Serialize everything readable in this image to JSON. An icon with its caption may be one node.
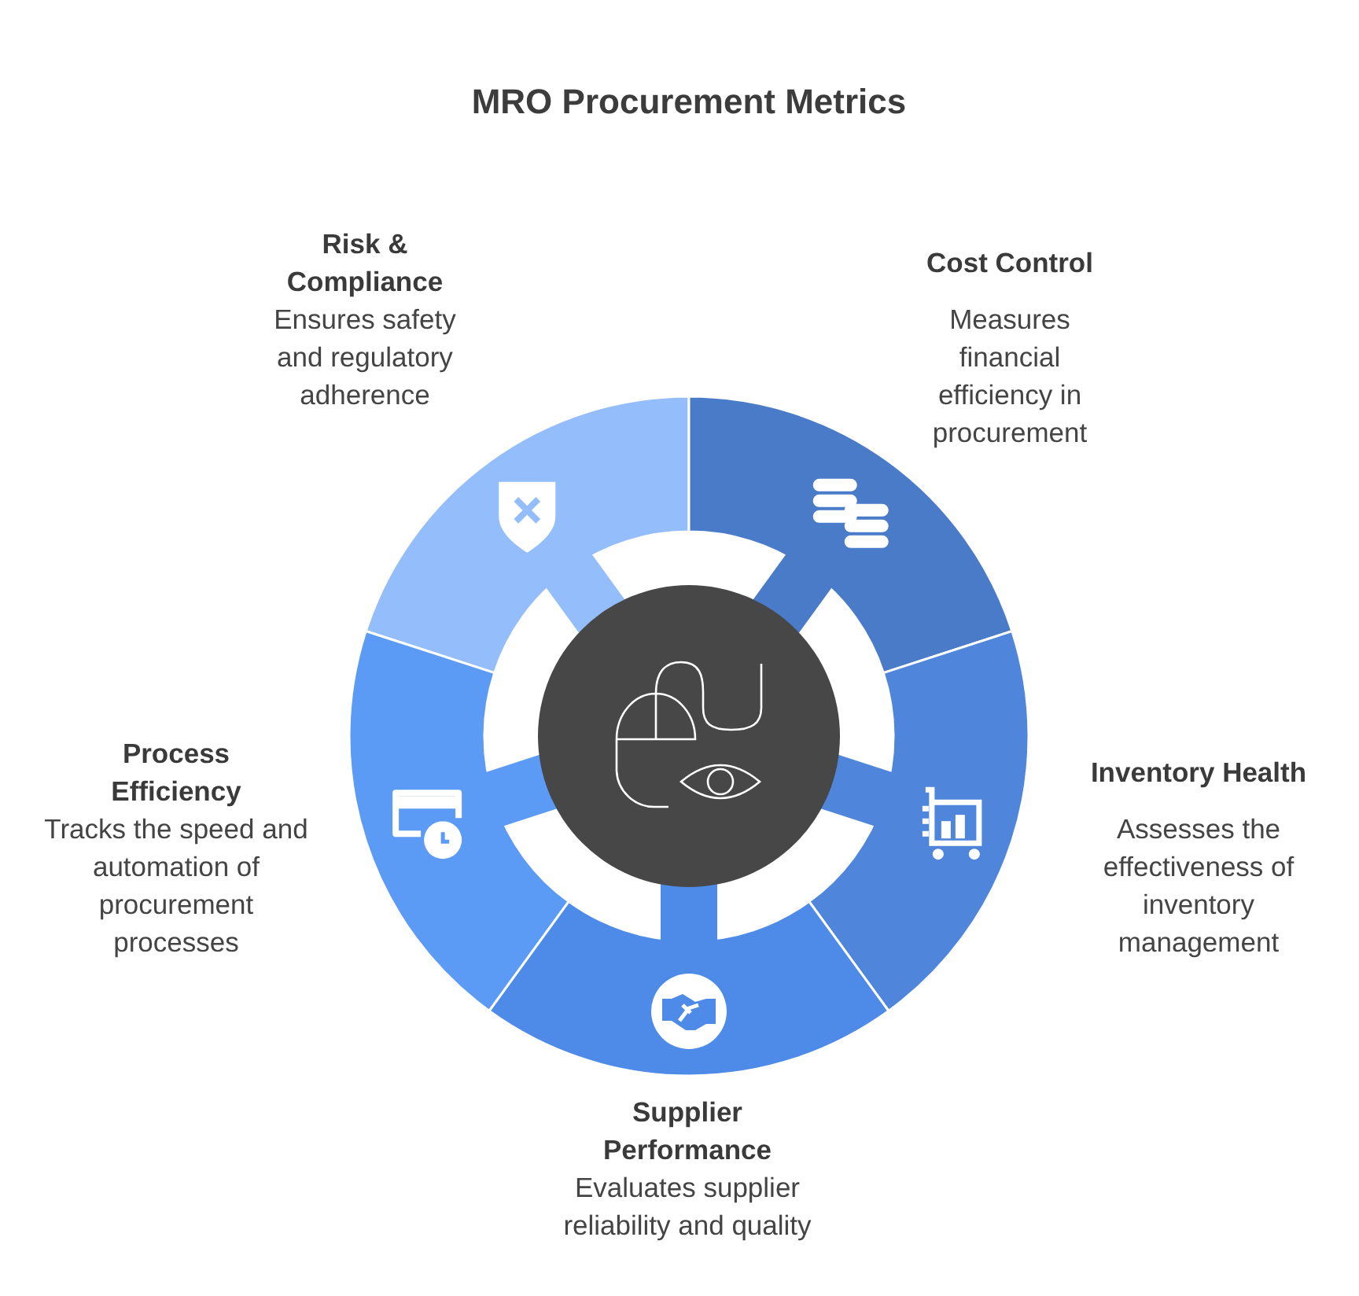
{
  "diagram": {
    "title": "MRO Procurement Metrics",
    "nodes": [
      {
        "text": [
          "Risk & Compliance",
          "Ensures safety and regulatory adherence"
        ]
      },
      {
        "text": [
          "Cost Control",
          "Measures financial efficiency in procurement"
        ]
      },
      {
        "text": [
          "Process Efficiency",
          "Tracks the speed and automation of procurement processes"
        ]
      },
      {
        "text": [
          "Inventory Health",
          "Assesses the effectiveness of inventory management"
        ]
      },
      {
        "text": [
          "Supplier Performance",
          "Evaluates supplier reliability and quality"
        ]
      }
    ],
    "edges": []
  }
}
